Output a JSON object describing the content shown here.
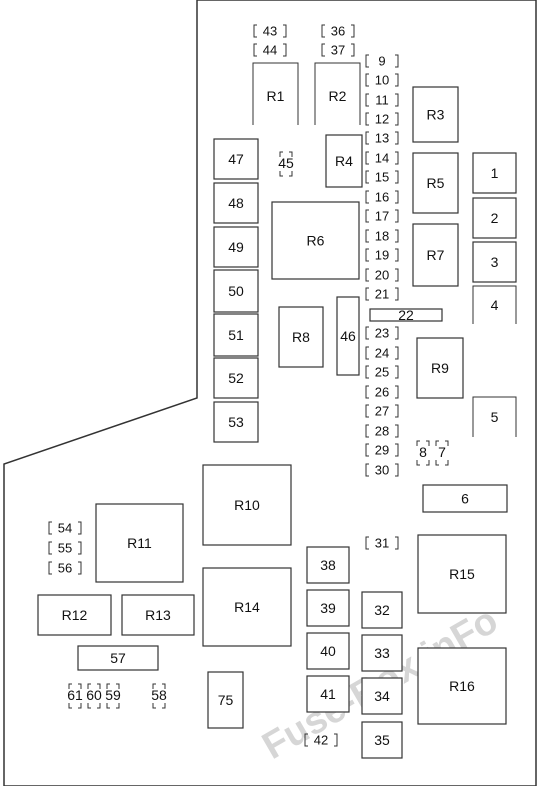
{
  "watermark": "Fuse-Box.inFo",
  "colors": {
    "stroke": "#333333",
    "background": "#ffffff",
    "watermark": "#d6d6d6"
  },
  "components": [
    {
      "label": "R1",
      "shape": "relay"
    },
    {
      "label": "R2",
      "shape": "relay"
    },
    {
      "label": "R3",
      "shape": "box"
    },
    {
      "label": "R4",
      "shape": "box"
    },
    {
      "label": "R5",
      "shape": "box"
    },
    {
      "label": "R6",
      "shape": "box"
    },
    {
      "label": "R7",
      "shape": "box"
    },
    {
      "label": "R8",
      "shape": "box"
    },
    {
      "label": "R9",
      "shape": "box"
    },
    {
      "label": "R10",
      "shape": "box"
    },
    {
      "label": "R11",
      "shape": "box"
    },
    {
      "label": "R12",
      "shape": "box"
    },
    {
      "label": "R13",
      "shape": "box"
    },
    {
      "label": "R14",
      "shape": "box"
    },
    {
      "label": "R15",
      "shape": "box"
    },
    {
      "label": "R16",
      "shape": "box"
    },
    {
      "label": "1",
      "shape": "box"
    },
    {
      "label": "2",
      "shape": "box"
    },
    {
      "label": "3",
      "shape": "box"
    },
    {
      "label": "4",
      "shape": "open"
    },
    {
      "label": "5",
      "shape": "open"
    },
    {
      "label": "6",
      "shape": "box"
    },
    {
      "label": "7",
      "shape": "mini"
    },
    {
      "label": "8",
      "shape": "mini"
    },
    {
      "label": "22",
      "shape": "box"
    },
    {
      "label": "32",
      "shape": "box"
    },
    {
      "label": "33",
      "shape": "box"
    },
    {
      "label": "34",
      "shape": "box"
    },
    {
      "label": "35",
      "shape": "box"
    },
    {
      "label": "38",
      "shape": "box"
    },
    {
      "label": "39",
      "shape": "box"
    },
    {
      "label": "40",
      "shape": "box"
    },
    {
      "label": "41",
      "shape": "box"
    },
    {
      "label": "45",
      "shape": "mini"
    },
    {
      "label": "46",
      "shape": "box"
    },
    {
      "label": "47",
      "shape": "box"
    },
    {
      "label": "48",
      "shape": "box"
    },
    {
      "label": "49",
      "shape": "box"
    },
    {
      "label": "50",
      "shape": "box"
    },
    {
      "label": "51",
      "shape": "box"
    },
    {
      "label": "52",
      "shape": "box"
    },
    {
      "label": "53",
      "shape": "box"
    },
    {
      "label": "57",
      "shape": "box"
    },
    {
      "label": "58",
      "shape": "mini"
    },
    {
      "label": "59",
      "shape": "mini"
    },
    {
      "label": "60",
      "shape": "mini"
    },
    {
      "label": "61",
      "shape": "mini"
    },
    {
      "label": "75",
      "shape": "box"
    }
  ],
  "bracket_fuses": [
    "9",
    "10",
    "11",
    "12",
    "13",
    "14",
    "15",
    "16",
    "17",
    "18",
    "19",
    "20",
    "21",
    "23",
    "24",
    "25",
    "26",
    "27",
    "28",
    "29",
    "30",
    "31",
    "36",
    "37",
    "42",
    "43",
    "44",
    "54",
    "55",
    "56"
  ]
}
